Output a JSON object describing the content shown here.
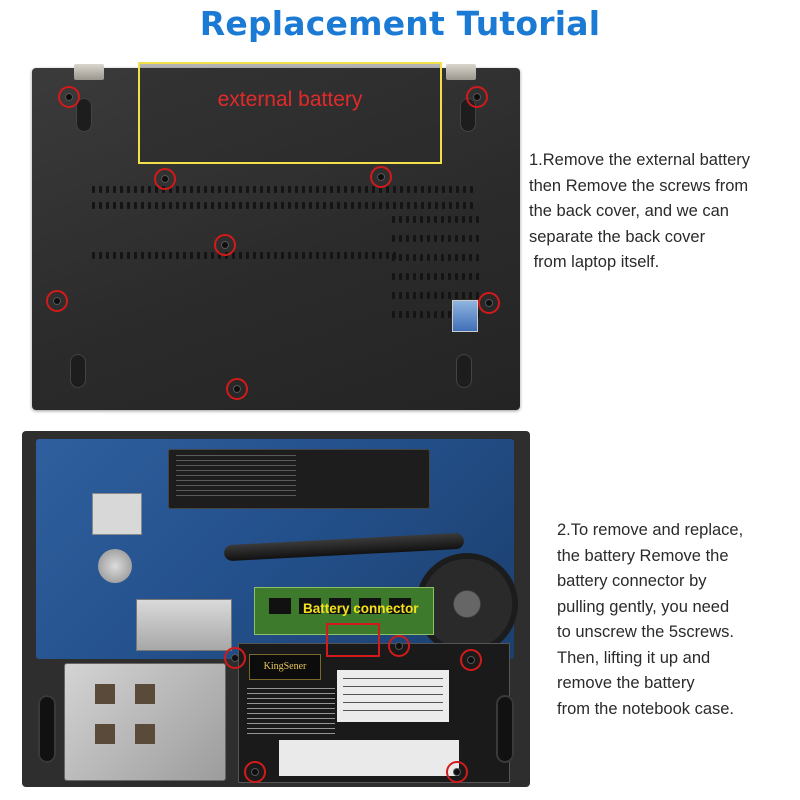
{
  "title": "Replacement Tutorial",
  "photo1": {
    "external_battery_label": "external battery"
  },
  "step1": {
    "text": "1.Remove the external battery\nthen Remove the screws from\nthe back cover, and we can\nseparate the back cover\n from laptop itself."
  },
  "photo2": {
    "battery_brand": "KingSener",
    "connector_label": "Battery connector"
  },
  "step2": {
    "text": "2.To remove and replace,\nthe battery Remove the\nbattery connector by\npulling gently, you need\nto unscrew the 5screws.\nThen, lifting it up and\nremove the battery\nfrom the notebook case."
  },
  "colors": {
    "title": "#1a7ad4",
    "highlight_box": "#f1e04a",
    "screw_marker": "#d21a1a",
    "connector_label": "#f3e21b"
  }
}
